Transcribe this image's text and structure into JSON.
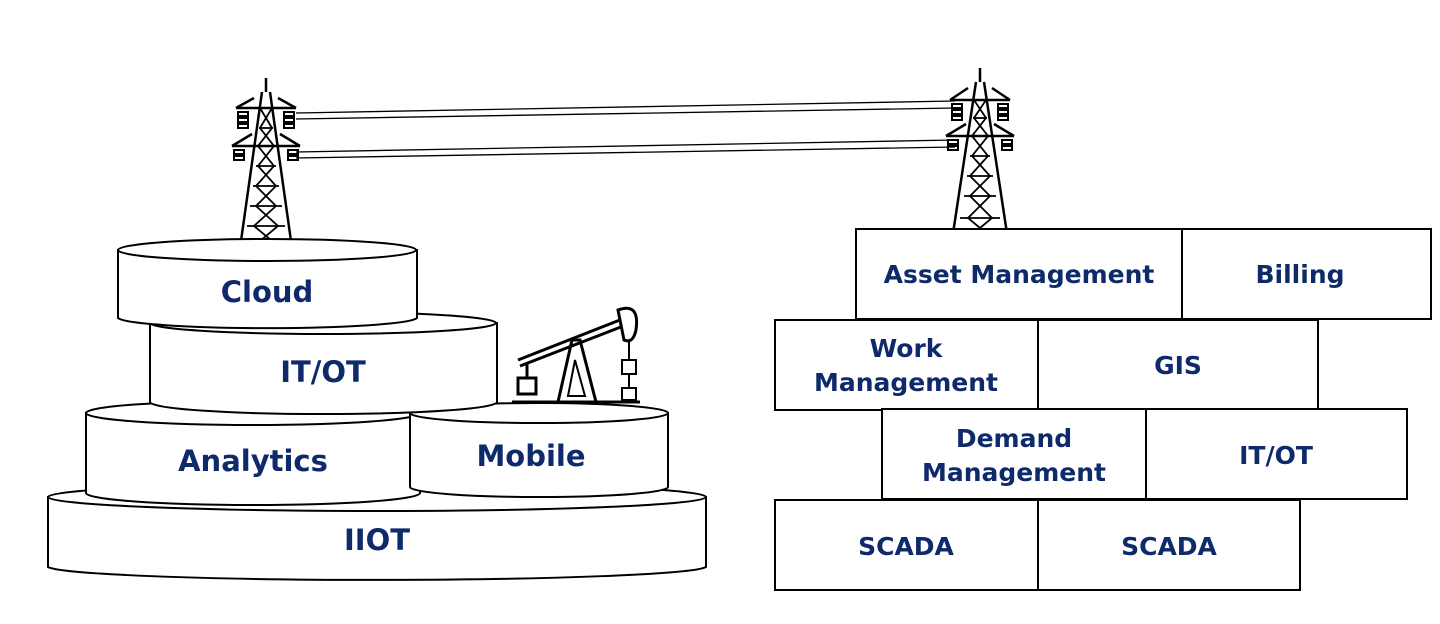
{
  "colors": {
    "text": "#0e2a6b",
    "stroke": "#000000",
    "fill": "#ffffff"
  },
  "left_stack": {
    "cloud": "Cloud",
    "itot": "IT/OT",
    "analytics": "Analytics",
    "mobile": "Mobile",
    "iiot": "IIOT"
  },
  "bricks": {
    "asset_management": "Asset Management",
    "billing": "Billing",
    "work_management": [
      "Work",
      "Management"
    ],
    "gis": "GIS",
    "demand_management": [
      "Demand",
      "Management"
    ],
    "itot": "IT/OT",
    "scada_1": "SCADA",
    "scada_2": "SCADA"
  },
  "icons": [
    "transmission-tower-icon",
    "transmission-tower-icon",
    "oil-pump-jack-icon",
    "power-lines-icon"
  ]
}
